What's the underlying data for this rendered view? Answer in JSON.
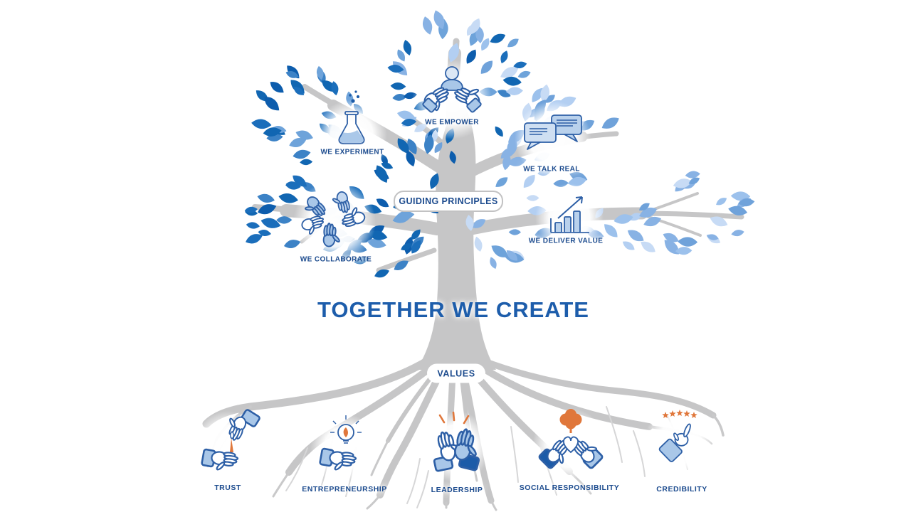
{
  "title": "TOGETHER WE CREATE",
  "canopy_badge": "GUIDING PRINCIPLES",
  "roots_badge": "VALUES",
  "principles": [
    {
      "label": "WE EXPERIMENT",
      "icon": "flask-icon"
    },
    {
      "label": "WE EMPOWER",
      "icon": "hands-holding-person-icon"
    },
    {
      "label": "WE TALK REAL",
      "icon": "speech-bubbles-icon"
    },
    {
      "label": "WE DELIVER VALUE",
      "icon": "bar-chart-arrow-icon"
    },
    {
      "label": "WE COLLABORATE",
      "icon": "team-hands-icon"
    }
  ],
  "values": [
    {
      "label": "TRUST",
      "icon": "hand-giving-seed-icon"
    },
    {
      "label": "ENTREPRENEURSHIP",
      "icon": "hand-lightbulb-icon"
    },
    {
      "label": "LEADERSHIP",
      "icon": "high-five-icon"
    },
    {
      "label": "SOCIAL RESPONSIBILITY",
      "icon": "heart-hands-tree-icon"
    },
    {
      "label": "CREDIBILITY",
      "icon": "pointing-hand-stars-icon"
    }
  ],
  "colors": {
    "label_navy": "#1c4b8e",
    "title_blue": "#1d5dab",
    "orange_accent": "#e0773b",
    "leaf_dark": "#1166b2",
    "leaf_light": "#9cc1ec",
    "trunk_gray": "#c6c6c7",
    "icon_stroke_blue": "#2d5fa6",
    "icon_fill_light_blue": "#a9c7e8",
    "icon_fill_dark_blue": "#1c5ba8"
  }
}
